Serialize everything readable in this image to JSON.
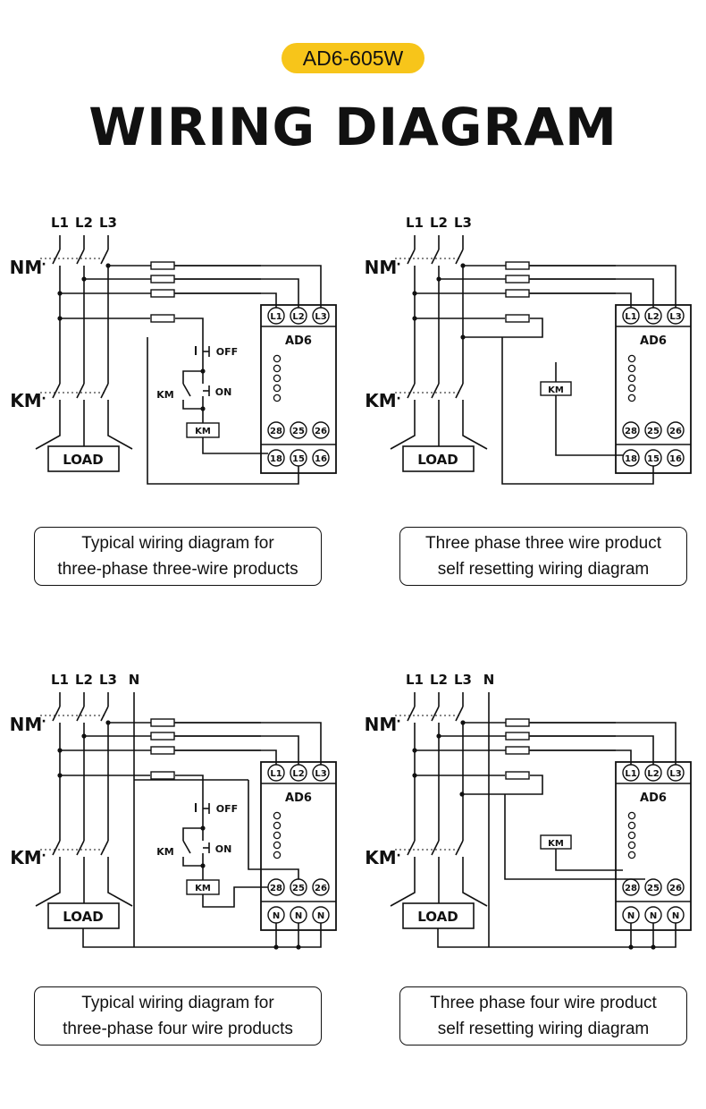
{
  "header": {
    "model_badge": "AD6-605W",
    "title": "WIRING DIAGRAM"
  },
  "diagram_labels": {
    "phase_labels": [
      "L1",
      "L2",
      "L3"
    ],
    "neutral_label": "N",
    "nm": "NM",
    "km": "KM",
    "load": "LOAD",
    "device_name": "AD6",
    "off": "OFF",
    "on": "ON",
    "coil": "KM",
    "input_terminals": [
      "L1",
      "L2",
      "L3"
    ],
    "relay_terminals": [
      "28",
      "25",
      "26"
    ],
    "lower_terminals_3wire": [
      "18",
      "15",
      "16"
    ],
    "lower_terminals_4wire": [
      "N",
      "N",
      "N"
    ]
  },
  "captions": [
    {
      "line1": "Typical wiring diagram for",
      "line2": "three-phase three-wire products"
    },
    {
      "line1": "Three phase three wire product",
      "line2": "self resetting wiring diagram"
    },
    {
      "line1": "Typical wiring diagram for",
      "line2": "three-phase four wire products"
    },
    {
      "line1": "Three phase four wire product",
      "line2": "self resetting wiring diagram"
    }
  ],
  "colors": {
    "badge": "#f7c51a",
    "ink": "#111111"
  }
}
